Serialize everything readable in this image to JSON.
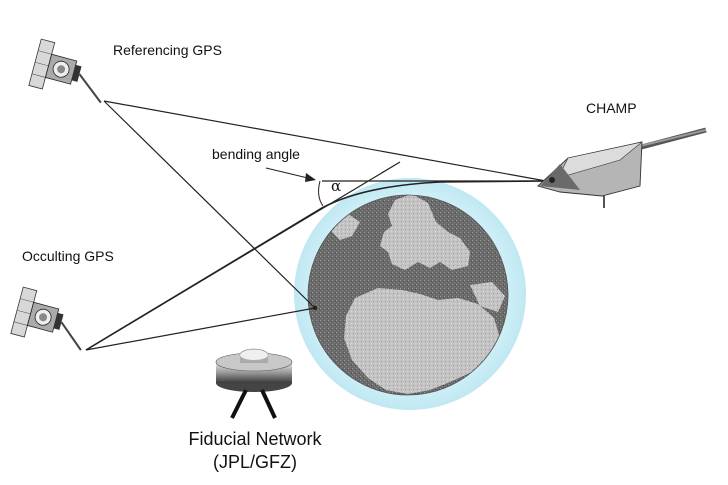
{
  "labels": {
    "referencing_gps": "Referencing GPS",
    "occulting_gps": "Occulting GPS",
    "champ": "CHAMP",
    "bending_angle": "bending angle",
    "alpha": "α",
    "fiducial_line1": "Fiducial Network",
    "fiducial_line2": "(JPL/GFZ)"
  },
  "colors": {
    "atmosphere": "#cdeef6",
    "ocean": "#6f6f6f",
    "land": "#bdbdbd",
    "lines": "#222222"
  },
  "icons": {
    "referencing_satellite": "gps-satellite-icon",
    "occulting_satellite": "gps-satellite-icon",
    "champ_satellite": "champ-satellite-icon",
    "ground_station": "ground-station-icon",
    "earth": "earth-globe-icon"
  }
}
